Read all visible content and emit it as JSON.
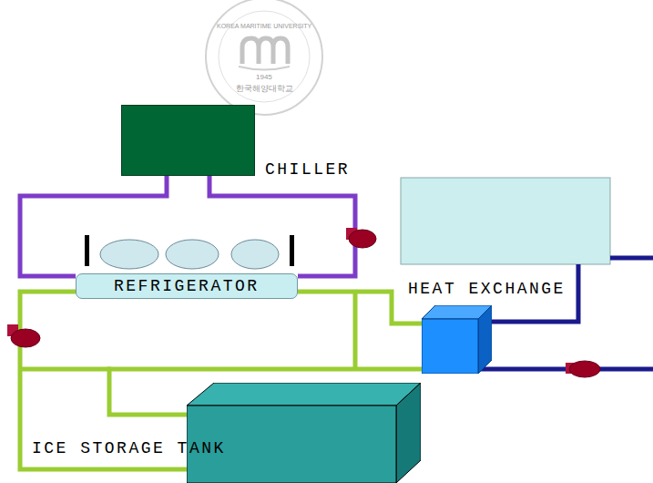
{
  "diagram": {
    "nodes": [
      {
        "text": [
          "CHILLER"
        ]
      },
      {
        "text": [
          "REFRIGERATOR"
        ]
      },
      {
        "text": [
          "HEAT EXCHANGE"
        ]
      },
      {
        "text": [
          "ICE STORAGE TANK"
        ]
      }
    ],
    "edges": [
      {
        "from": 0,
        "to": 1,
        "arrow": "none"
      },
      {
        "from": 0,
        "to": 1,
        "arrow": "none"
      },
      {
        "from": 1,
        "to": 2,
        "arrow": "none"
      },
      {
        "from": 1,
        "to": 3,
        "arrow": "none"
      },
      {
        "from": 3,
        "to": 2,
        "arrow": "none"
      }
    ],
    "labels": [
      "KOREA MARITIME UNIVERSITY",
      "1945",
      "한국해양대학교"
    ]
  }
}
